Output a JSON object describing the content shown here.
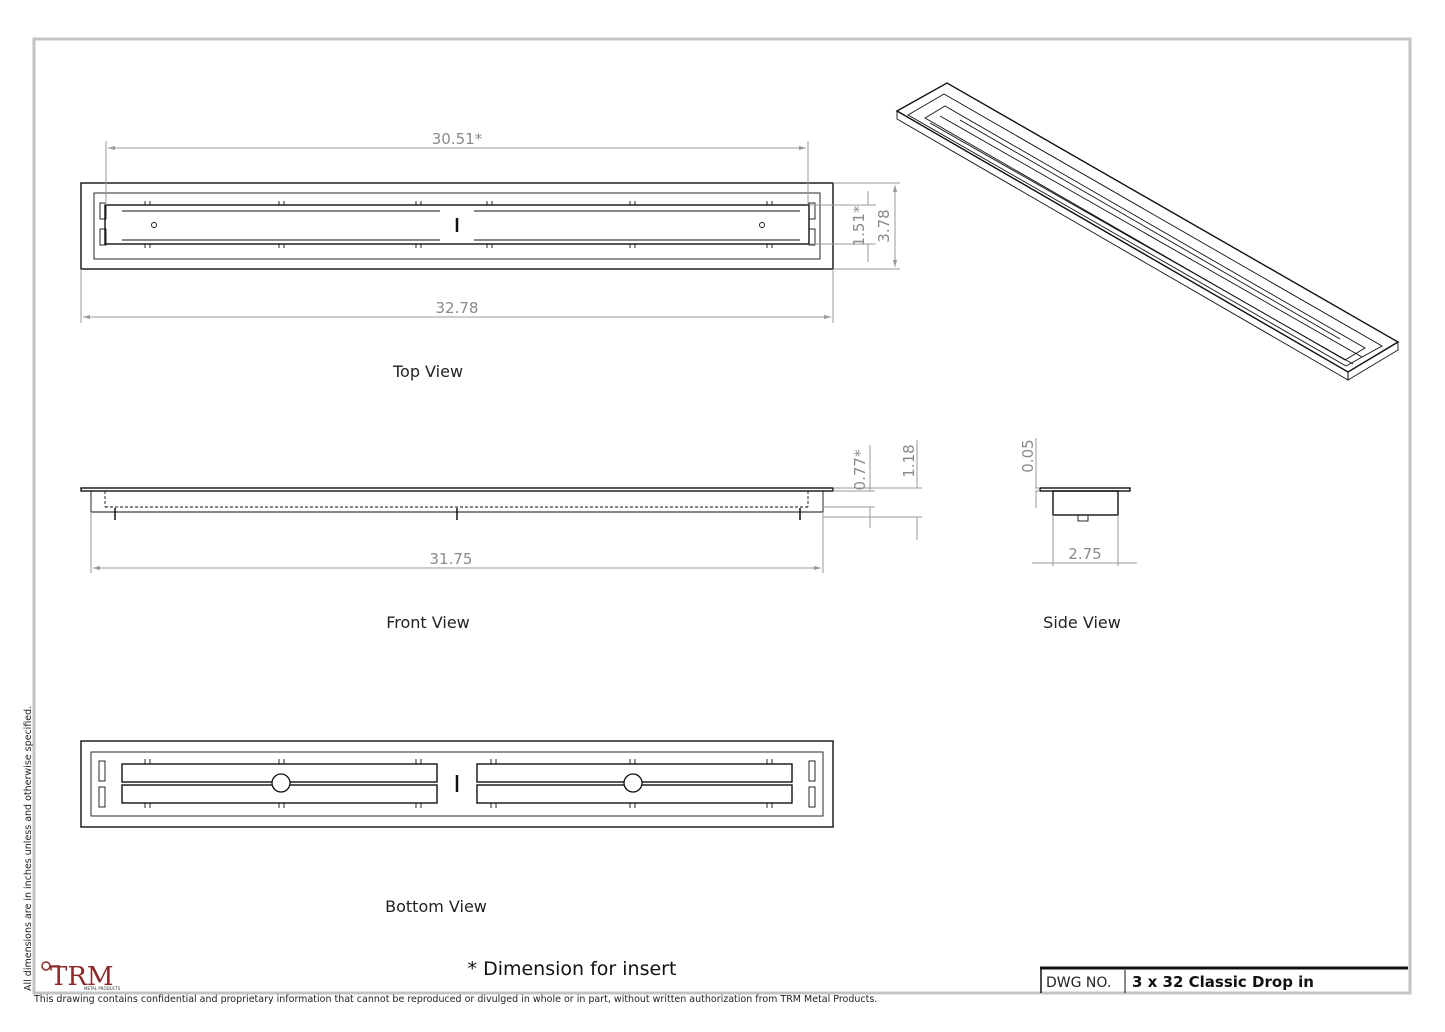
{
  "views": {
    "top": "Top View",
    "front": "Front View",
    "side": "Side View",
    "bottom": "Bottom View"
  },
  "dimensions": {
    "top_insert_length": "30.51*",
    "top_overall_length": "32.78",
    "top_insert_width": "1.51*",
    "top_overall_width": "3.78",
    "front_insert_height": "0.77*",
    "front_overall_height": "1.18",
    "front_length": "31.75",
    "side_flange": "0.05",
    "side_width": "2.75"
  },
  "note": "* Dimension for insert",
  "side_note": "All dimensions are in inches unless and otherwise specified.",
  "footer_note": "This drawing contains confidential and proprietary information that cannot be reproduced or divulged in whole or in part, without written authorization from TRM Metal Products.",
  "title_block": {
    "label": "DWG NO.",
    "value": "3 x 32 Classic Drop in"
  },
  "logo": {
    "text": "TRM",
    "subtext": "METAL PRODUCTS"
  }
}
